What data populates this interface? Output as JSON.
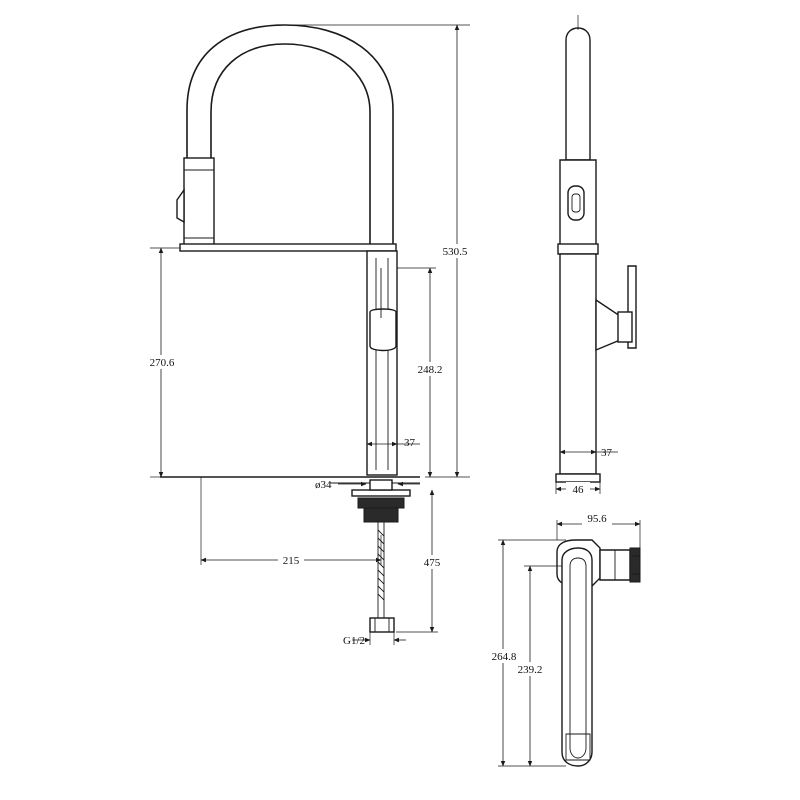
{
  "dimensions": {
    "total_height": "530.5",
    "deck_to_spout_height": "270.6",
    "body_height": "248.2",
    "body_diameter_front": "37",
    "body_diameter_side": "37",
    "base_width_side": "46",
    "mounting_hole": "ø34",
    "spout_reach": "215",
    "hose_length": "475",
    "inlet_thread": "G1/2",
    "top_view_width": "95.6",
    "top_view_length": "264.8",
    "top_view_inner_length": "239.2"
  },
  "colors": {
    "line": "#1a1a1a",
    "background": "#ffffff"
  }
}
